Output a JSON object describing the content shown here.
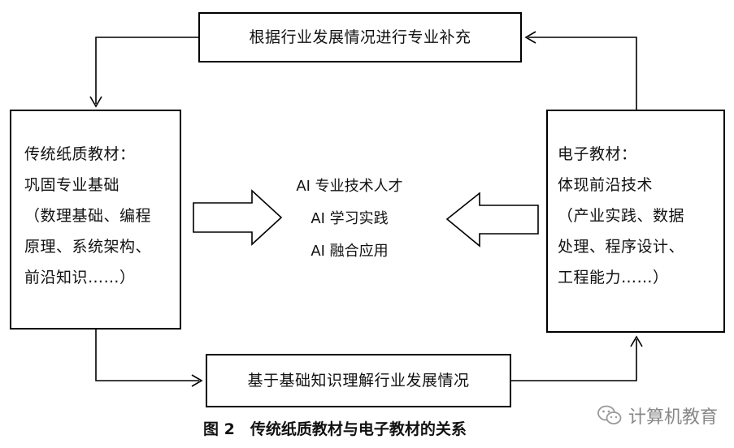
{
  "top_box": {
    "text": "根据行业发展情况进行专业补充"
  },
  "bottom_box": {
    "text": "基于基础知识理解行业发展情况"
  },
  "left_box": {
    "lines": [
      "传统纸质教材：",
      "巩固专业基础",
      "（数理基础、编程",
      "原理、系统架构、",
      "前沿知识……）"
    ]
  },
  "right_box": {
    "lines": [
      "电子教材：",
      "体现前沿技术",
      "（产业实践、数据",
      "处理、程序设计、",
      "工程能力……）"
    ]
  },
  "center": {
    "lines": [
      "AI 专业技术人才",
      "AI 学习实践",
      "AI 融合应用"
    ]
  },
  "caption": "图 2　传统纸质教材与电子教材的关系",
  "watermark": {
    "text": "计算机教育",
    "icon": "wechat-icon"
  }
}
